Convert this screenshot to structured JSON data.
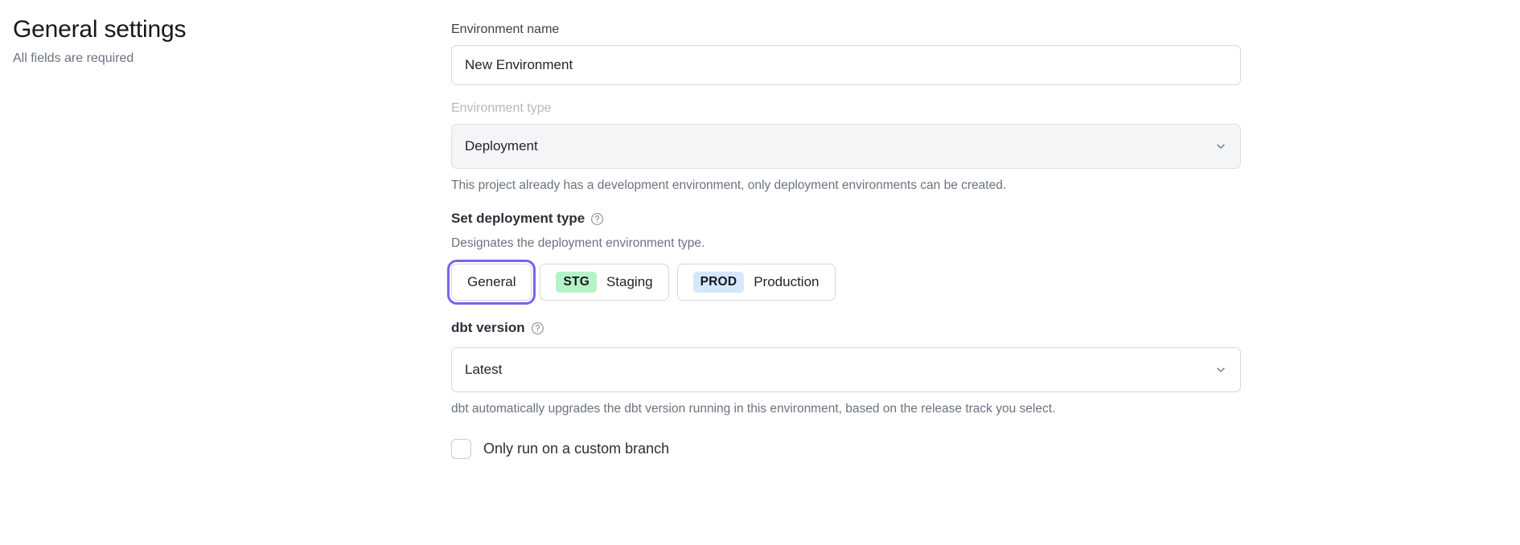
{
  "header": {
    "title": "General settings",
    "subtitle": "All fields are required"
  },
  "form": {
    "environment_name": {
      "label": "Environment name",
      "value": "New Environment",
      "placeholder": "Environment name"
    },
    "environment_type": {
      "label": "Environment type",
      "value": "Deployment",
      "disabled_label": true,
      "chevron_icon": "chevron-down-icon",
      "help": "This project already has a development environment, only deployment environments can be created."
    },
    "deployment_type": {
      "heading": "Set deployment type",
      "info_icon": "question-circle-icon",
      "description": "Designates the deployment environment type.",
      "options": [
        {
          "label": "General",
          "badge": null,
          "badge_color": null,
          "selected": true
        },
        {
          "label": "Staging",
          "badge": "STG",
          "badge_color": "#b5f3c6",
          "selected": false
        },
        {
          "label": "Production",
          "badge": "PROD",
          "badge_color": "#d5e7fb",
          "selected": false
        }
      ]
    },
    "dbt_version": {
      "heading": "dbt version",
      "info_icon": "question-circle-icon",
      "value": "Latest",
      "chevron_icon": "chevron-down-icon",
      "help": "dbt automatically upgrades the dbt version running in this environment, based on the release track you select."
    },
    "custom_branch": {
      "label": "Only run on a custom branch",
      "checked": false
    }
  },
  "colors": {
    "focus_ring": "#7b61f0",
    "badge_staging": "#b5f3c6",
    "badge_production": "#d5e7fb",
    "border": "#d5d8dd",
    "muted_text": "#6b7280",
    "disabled_text": "#b4b8bf"
  }
}
